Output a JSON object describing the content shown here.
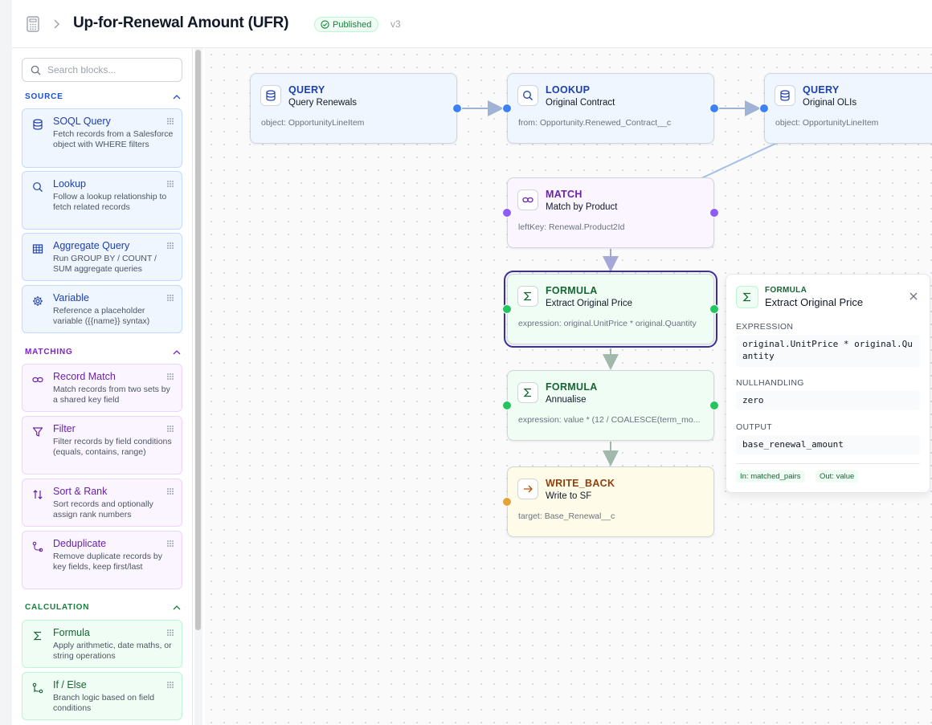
{
  "header": {
    "title": "Up-for-Renewal Amount (UFR)",
    "status": "Published",
    "version": "v3"
  },
  "sidebar": {
    "search_placeholder": "Search blocks...",
    "sections": [
      {
        "name": "SOURCE",
        "color": "#1d4ed8",
        "blocks": [
          {
            "name": "SOQL Query",
            "desc": "Fetch records from a Salesforce object with WHERE filters",
            "icon": "database-icon"
          },
          {
            "name": "Lookup",
            "desc": "Follow a lookup relationship to fetch related records",
            "icon": "search-icon"
          },
          {
            "name": "Aggregate Query",
            "desc": "Run GROUP BY / COUNT / SUM aggregate queries",
            "icon": "table-icon"
          },
          {
            "name": "Variable",
            "desc": "Reference a placeholder variable ({{name}} syntax)",
            "icon": "gear-icon"
          }
        ]
      },
      {
        "name": "MATCHING",
        "color": "#7e22ce",
        "blocks": [
          {
            "name": "Record Match",
            "desc": "Match records from two sets by a shared key field",
            "icon": "link-icon"
          },
          {
            "name": "Filter",
            "desc": "Filter records by field conditions (equals, contains, range)",
            "icon": "filter-icon"
          },
          {
            "name": "Sort & Rank",
            "desc": "Sort records and optionally assign rank numbers",
            "icon": "sort-icon"
          },
          {
            "name": "Deduplicate",
            "desc": "Remove duplicate records by key fields, keep first/last",
            "icon": "dedupe-icon"
          }
        ]
      },
      {
        "name": "CALCULATION",
        "color": "#15803d",
        "blocks": [
          {
            "name": "Formula",
            "desc": "Apply arithmetic, date maths, or string operations",
            "icon": "sigma-icon"
          },
          {
            "name": "If / Else",
            "desc": "Branch logic based on field conditions",
            "icon": "branch-icon"
          }
        ]
      }
    ]
  },
  "nodes": [
    {
      "id": "query-renewals",
      "type": "QUERY",
      "label": "Query Renewals",
      "prop_key": "object:",
      "prop_val": "OpportunityLineItem",
      "color": "blue"
    },
    {
      "id": "lookup-original-contract",
      "type": "LOOKUP",
      "label": "Original Contract",
      "prop_key": "from:",
      "prop_val": "Opportunity.Renewed_Contract__c",
      "color": "blue"
    },
    {
      "id": "query-original-olis",
      "type": "QUERY",
      "label": "Original OLIs",
      "prop_key": "object:",
      "prop_val": "OpportunityLineItem",
      "color": "blue"
    },
    {
      "id": "match-by-product",
      "type": "MATCH",
      "label": "Match by Product",
      "prop_key": "leftKey:",
      "prop_val": "Renewal.Product2Id",
      "color": "purple"
    },
    {
      "id": "formula-extract",
      "type": "FORMULA",
      "label": "Extract Original Price",
      "prop_key": "expression:",
      "prop_val": "original.UnitPrice * original.Quantity",
      "color": "green"
    },
    {
      "id": "formula-annualise",
      "type": "FORMULA",
      "label": "Annualise",
      "prop_key": "expression:",
      "prop_val": "value * (12 / COALESCE(term_mo...",
      "color": "green"
    },
    {
      "id": "write-back",
      "type": "WRITE_BACK",
      "label": "Write to SF",
      "prop_key": "target:",
      "prop_val": "Base_Renewal__c",
      "color": "yellow"
    }
  ],
  "panel": {
    "type": "FORMULA",
    "label": "Extract Original Price",
    "fields": [
      {
        "name": "EXPRESSION",
        "value": "original.UnitPrice * original.Quantity"
      },
      {
        "name": "NULLHANDLING",
        "value": "zero"
      },
      {
        "name": "OUTPUT",
        "value": "base_renewal_amount"
      }
    ],
    "in_tag": "In: matched_pairs",
    "out_tag": "Out: value"
  }
}
